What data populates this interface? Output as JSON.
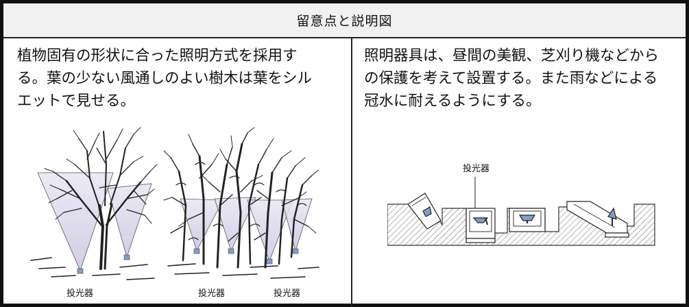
{
  "header": {
    "title": "留意点と説明図"
  },
  "left": {
    "lines": [
      "植物固有の形状に合った照明方式を採用す",
      "る。葉の少ない風通しのよい樹木は葉をシル",
      "エットで見せる。"
    ],
    "figure_labels": [
      "投光器",
      "投光器",
      "投光器"
    ]
  },
  "right": {
    "lines": [
      "照明器具は、昼間の美観、芝刈り機などから",
      "の保護を考えて設置する。また雨などによる",
      "冠水に耐えるようにする。"
    ],
    "figure_label": "投光器"
  },
  "colors": {
    "border": "#111111",
    "header_bg": "#f1f1f1",
    "beam": "#dcd9ea",
    "lamp": "#7f9fc8",
    "hatch": "#555555"
  }
}
